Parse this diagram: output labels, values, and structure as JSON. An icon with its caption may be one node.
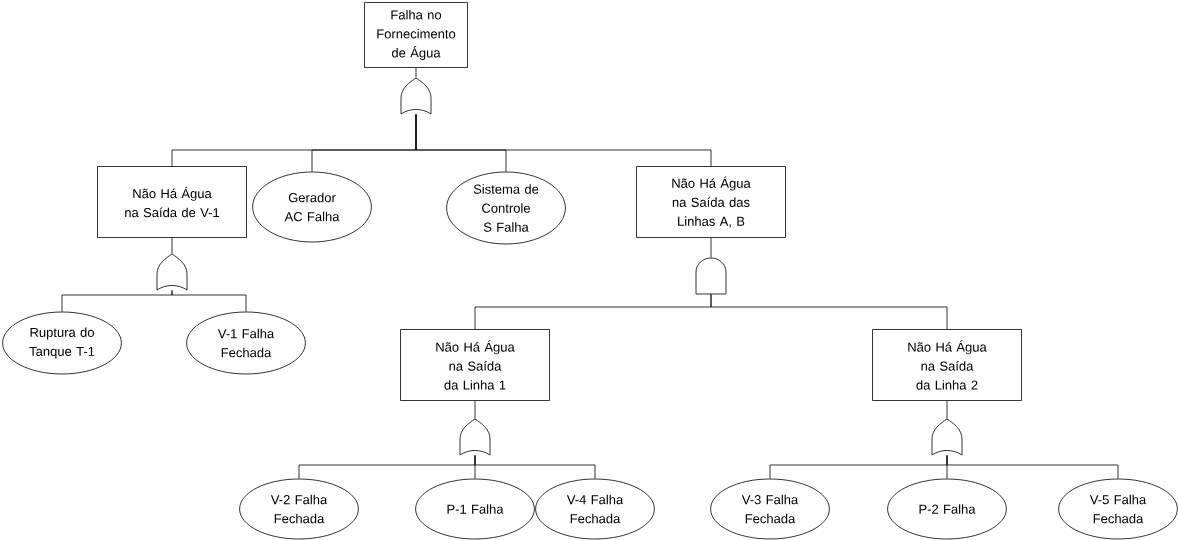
{
  "diagram": {
    "nodes": [
      {
        "text": [
          "Falha no Fornecimento de Água"
        ]
      },
      {
        "text": [],
        "shape": "or-gate"
      },
      {
        "text": [
          "Não Há Água na Saída de V-1"
        ]
      },
      {
        "text": [
          "Gerador AC Falha"
        ]
      },
      {
        "text": [
          "Sistema de Controle S Falha"
        ]
      },
      {
        "text": [
          "Não Há Água na Saída das Linhas A, B"
        ]
      },
      {
        "text": [],
        "shape": "or-gate"
      },
      {
        "text": [
          "Ruptura do Tanque T-1"
        ]
      },
      {
        "text": [
          "V-1 Falha Fechada"
        ]
      },
      {
        "text": [],
        "shape": "and-gate"
      },
      {
        "text": [
          "Não Há Água na Saída da Linha 1"
        ]
      },
      {
        "text": [
          "Não Há Água na Saída da Linha 2"
        ]
      },
      {
        "text": [],
        "shape": "or-gate"
      },
      {
        "text": [],
        "shape": "or-gate"
      },
      {
        "text": [
          "V-2 Falha Fechada"
        ]
      },
      {
        "text": [
          "P-1 Falha"
        ]
      },
      {
        "text": [
          "V-4 Falha Fechada"
        ]
      },
      {
        "text": [
          "V-3 Falha Fechada"
        ]
      },
      {
        "text": [
          "P-2 Falha"
        ]
      },
      {
        "text": [
          "V-5 Falha Fechada"
        ]
      }
    ],
    "edges": [
      {
        "from": 0,
        "to": 1,
        "arrow": "none"
      },
      {
        "from": 1,
        "to": 2,
        "arrow": "none"
      },
      {
        "from": 1,
        "to": 3,
        "arrow": "none"
      },
      {
        "from": 1,
        "to": 4,
        "arrow": "none"
      },
      {
        "from": 1,
        "to": 5,
        "arrow": "none"
      },
      {
        "from": 2,
        "to": 6,
        "arrow": "none"
      },
      {
        "from": 6,
        "to": 7,
        "arrow": "none"
      },
      {
        "from": 6,
        "to": 8,
        "arrow": "none"
      },
      {
        "from": 5,
        "to": 9,
        "arrow": "none"
      },
      {
        "from": 9,
        "to": 10,
        "arrow": "none"
      },
      {
        "from": 9,
        "to": 11,
        "arrow": "none"
      },
      {
        "from": 10,
        "to": 12,
        "arrow": "none"
      },
      {
        "from": 11,
        "to": 13,
        "arrow": "none"
      },
      {
        "from": 12,
        "to": 14,
        "arrow": "none"
      },
      {
        "from": 12,
        "to": 15,
        "arrow": "none"
      },
      {
        "from": 12,
        "to": 16,
        "arrow": "none"
      },
      {
        "from": 13,
        "to": 17,
        "arrow": "none"
      },
      {
        "from": 13,
        "to": 18,
        "arrow": "none"
      },
      {
        "from": 13,
        "to": 19,
        "arrow": "none"
      }
    ]
  }
}
